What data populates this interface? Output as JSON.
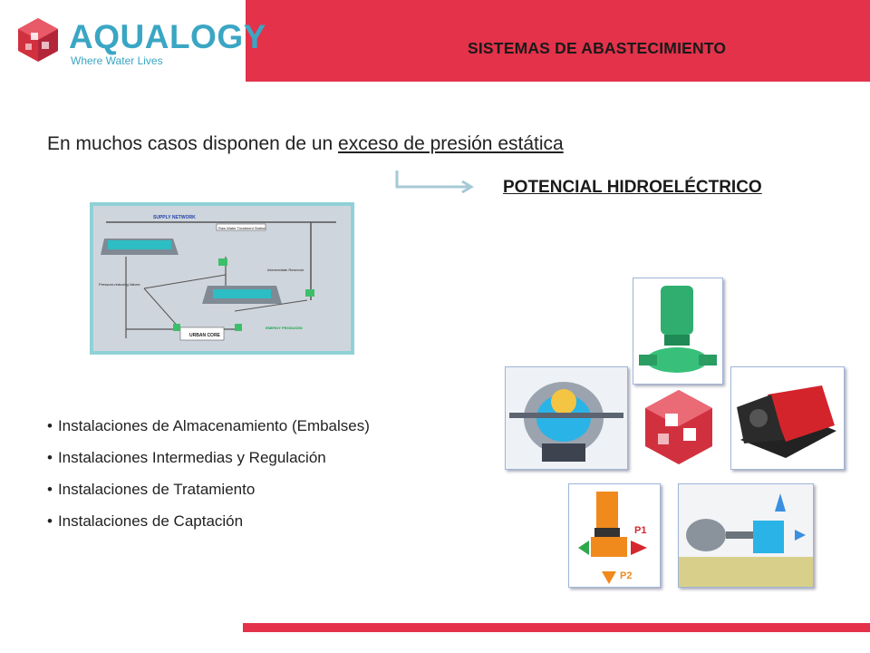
{
  "header": {
    "title": "SISTEMAS DE ABASTECIMIENTO",
    "brand": "AQUALOGY",
    "tagline": "Where Water Lives"
  },
  "intro": {
    "prefix": "En muchos casos disponen de un ",
    "emphasis": "exceso de presión estática"
  },
  "result_label": "POTENCIAL HIDROELÉCTRICO",
  "diagram": {
    "supply_network": "SUPPLY NETWORK",
    "treatment_station": "Raw Water Treatment Station",
    "intermediate_reservoir": "Intermediate Reservoir",
    "pressure_valves": "Pressure-reducing Valves",
    "urban_core": "URBAN CORE",
    "energy_note": "ENERGY PRODUCED"
  },
  "bullets": [
    "Instalaciones de Almacenamiento (Embalses)",
    "Instalaciones Intermedias y Regulación",
    "Instalaciones de Tratamiento",
    "Instalaciones de Captación"
  ],
  "pump_labels": {
    "p1": "P1",
    "p2": "P2"
  },
  "colors": {
    "brand_red": "#e3324a",
    "brand_blue": "#3aa6c4"
  },
  "icons": [
    "aqualogy-logo-icon",
    "arrow-right-icon",
    "pump-icon",
    "turbine-icon",
    "generator-icon"
  ]
}
